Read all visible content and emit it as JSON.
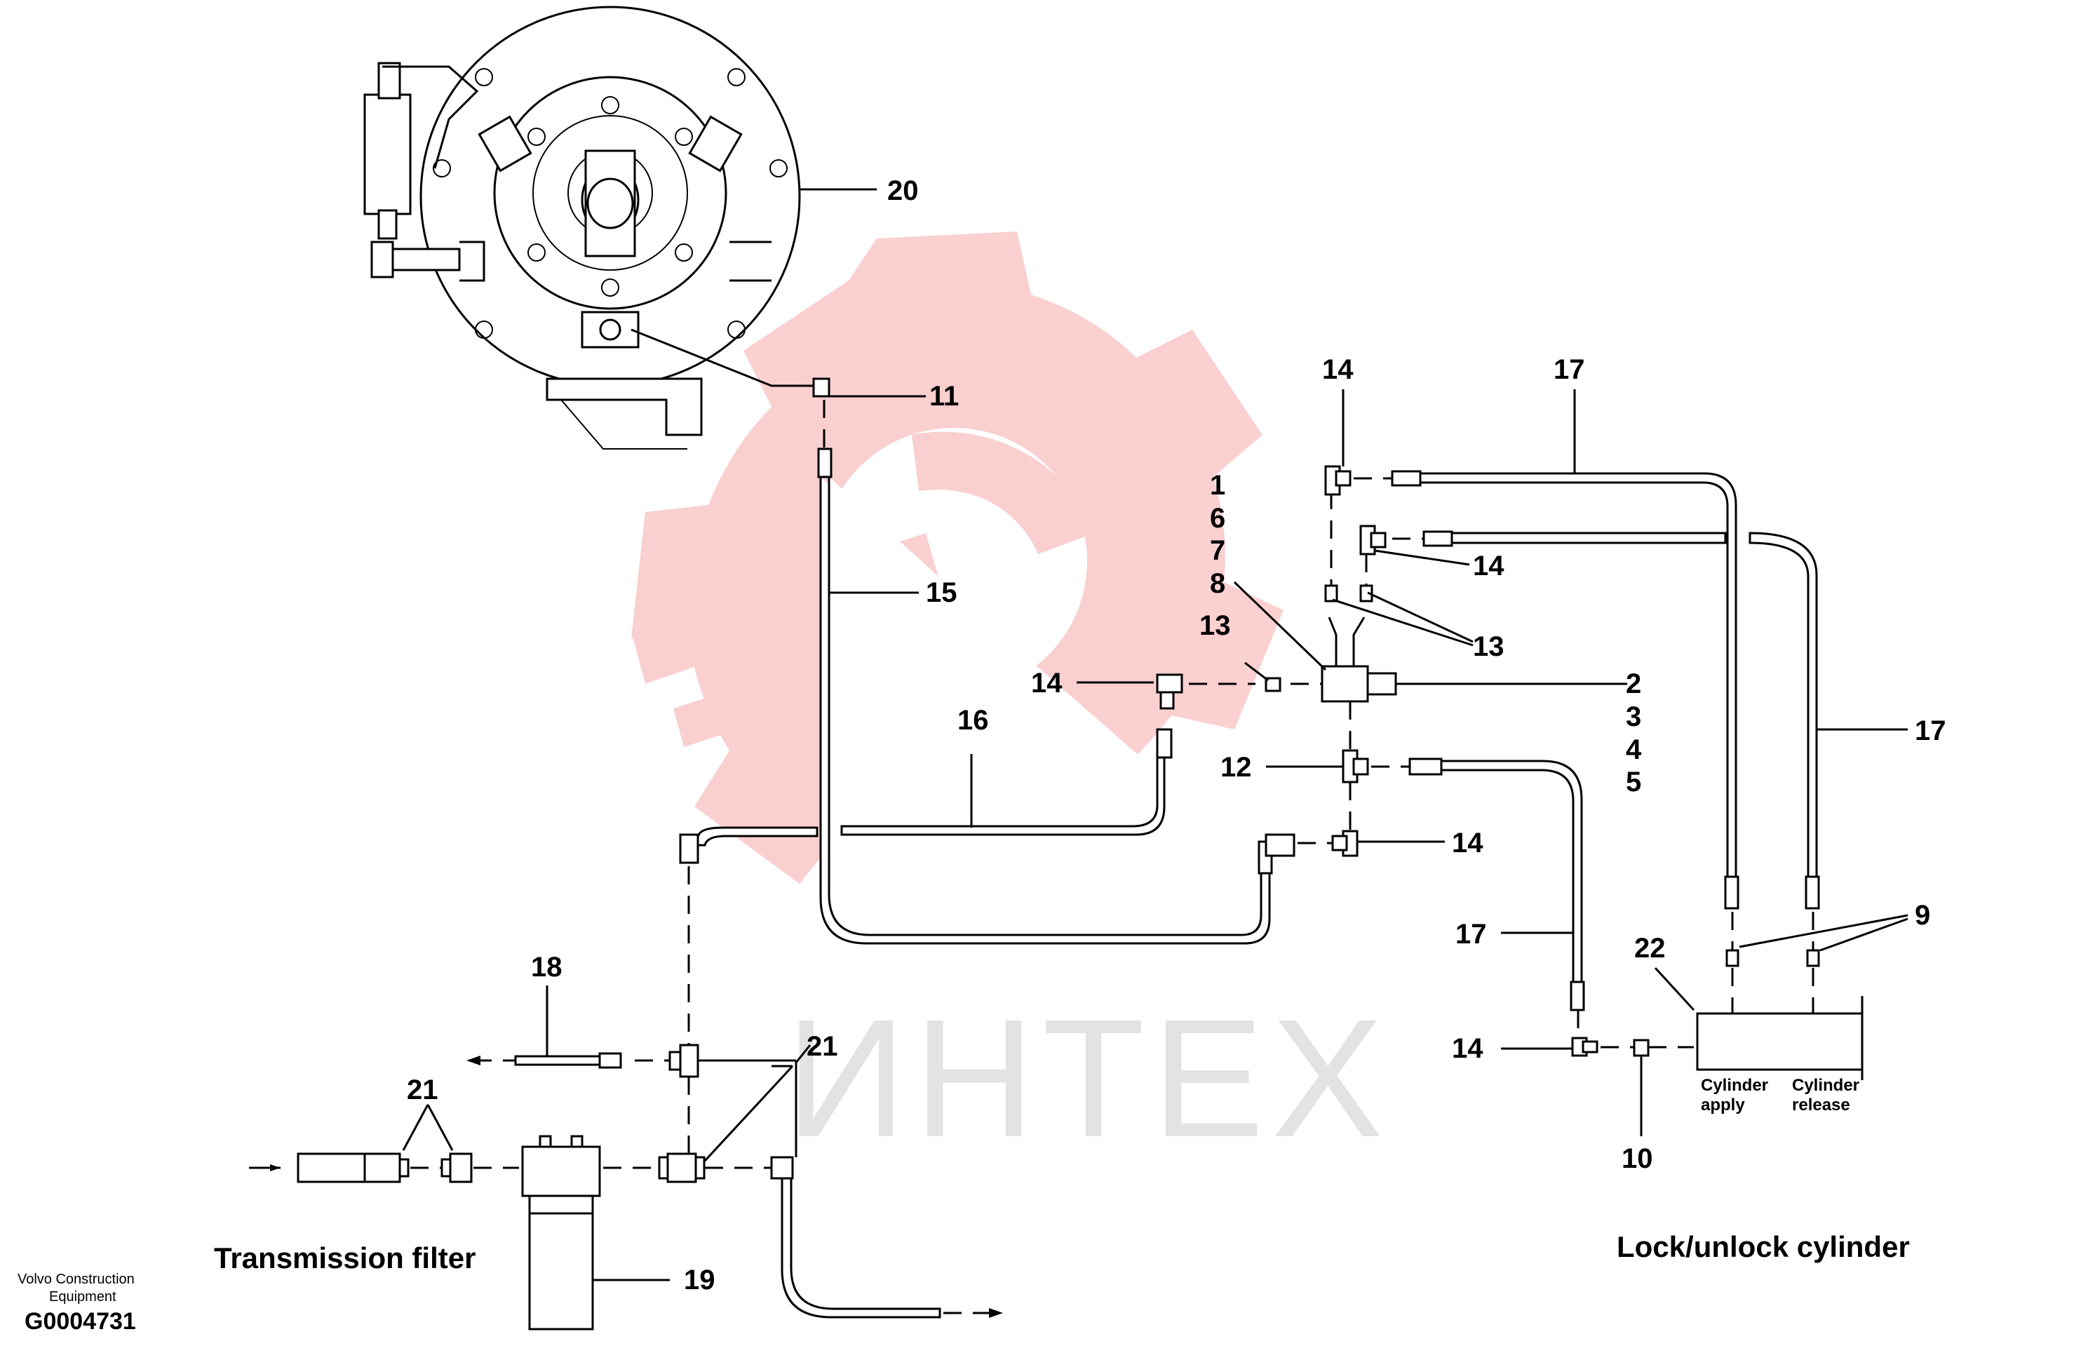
{
  "labels": {
    "n1": "1",
    "n6": "6",
    "n7": "7",
    "n8": "8",
    "n2": "2",
    "n3": "3",
    "n4": "4",
    "n5": "5",
    "n9": "9",
    "n10": "10",
    "n11": "11",
    "n12": "12",
    "n13a": "13",
    "n13b": "13",
    "n14a": "14",
    "n14b": "14",
    "n14c": "14",
    "n14d": "14",
    "n14e": "14",
    "n15": "15",
    "n16": "16",
    "n17a": "17",
    "n17b": "17",
    "n17c": "17",
    "n18": "18",
    "n19": "19",
    "n20": "20",
    "n21a": "21",
    "n21b": "21",
    "n22": "22"
  },
  "captions": {
    "transmission_filter": "Transmission filter",
    "lock_unlock": "Lock/unlock cylinder",
    "cylinder_apply_1": "Cylinder",
    "cylinder_apply_2": "apply",
    "cylinder_release_1": "Cylinder",
    "cylinder_release_2": "release"
  },
  "credit": {
    "company_1": "Volvo Construction",
    "company_2": "Equipment",
    "figure_code": "G0004731"
  },
  "watermark": {
    "text": "ИНТЕХ",
    "logo": "gear-logo",
    "color": "#f5b5b5"
  }
}
